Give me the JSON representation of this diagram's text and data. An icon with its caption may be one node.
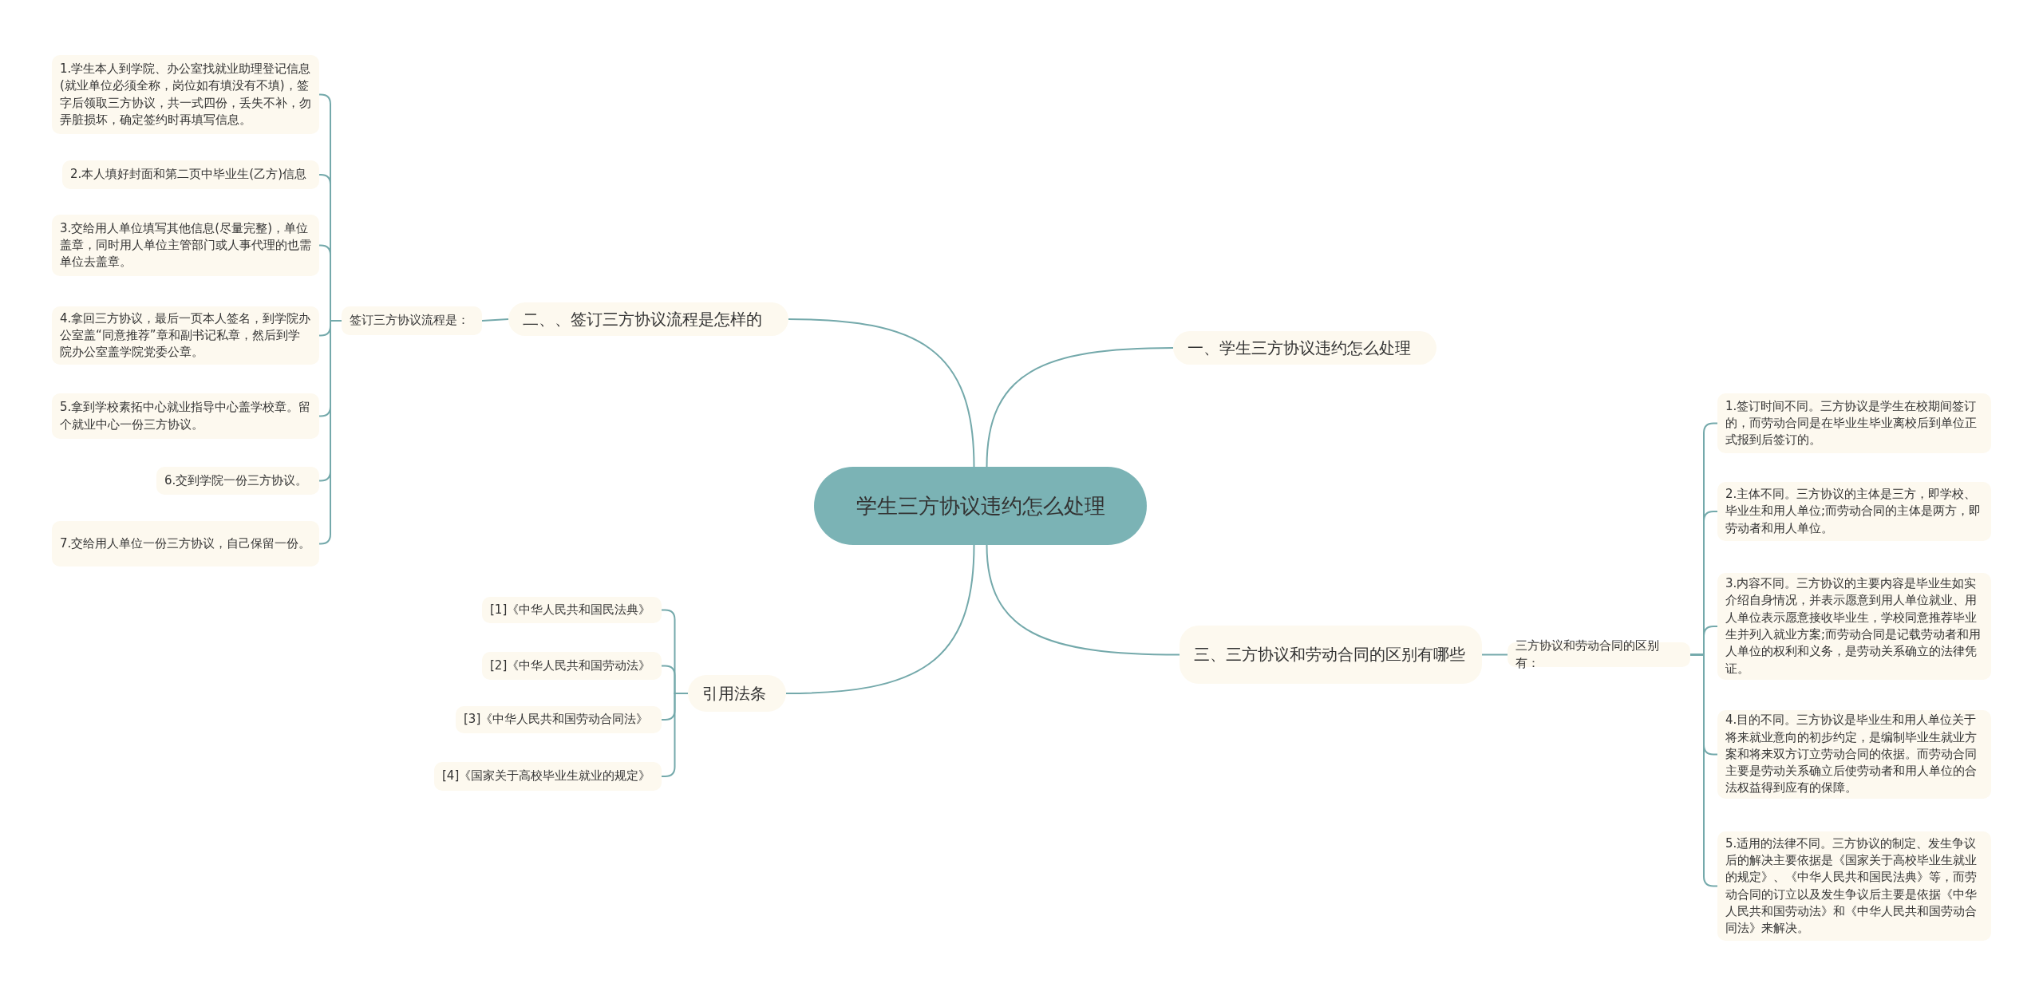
{
  "diagram": {
    "nodes": [
      {
        "text": [
          "学生三方协议违约怎么处理"
        ]
      },
      {
        "text": [
          "二、、签订三方协议流程是怎样的"
        ]
      },
      {
        "text": [
          "签订三方协议流程是："
        ]
      },
      {
        "text": [
          "1.学生本人到学院、办公室找就业助理登记信息(就业单位必须全称，岗位如有填没有不填)，签字后领取三方协议，共一式四份，丢失不补，勿弄脏损坏，确定签约时再填写信息。"
        ]
      },
      {
        "text": [
          "2.本人填好封面和第二页中毕业生(乙方)信息"
        ]
      },
      {
        "text": [
          "3.交给用人单位填写其他信息(尽量完整)，单位盖章，同时用人单位主管部门或人事代理的也需单位去盖章。"
        ]
      },
      {
        "text": [
          "4.拿回三方协议，最后一页本人签名，到学院办公室盖“同意推荐”章和副书记私章，然后到学院办公室盖学院党委公章。"
        ]
      },
      {
        "text": [
          "5.拿到学校素拓中心就业指导中心盖学校章。留个就业中心一份三方协议。"
        ]
      },
      {
        "text": [
          "6.交到学院一份三方协议。"
        ]
      },
      {
        "text": [
          "7.交给用人单位一份三方协议，自己保留一份。"
        ]
      },
      {
        "text": [
          "一、学生三方协议违约怎么处理"
        ]
      },
      {
        "text": [
          "三、三方协议和劳动合同的区别有哪些"
        ]
      },
      {
        "text": [
          "三方协议和劳动合同的区别有："
        ]
      },
      {
        "text": [
          "1.签订时间不同。三方协议是学生在校期间签订的，而劳动合同是在毕业生毕业离校后到单位正式报到后签订的。"
        ]
      },
      {
        "text": [
          "2.主体不同。三方协议的主体是三方，即学校、毕业生和用人单位;而劳动合同的主体是两方，即劳动者和用人单位。"
        ]
      },
      {
        "text": [
          "3.内容不同。三方协议的主要内容是毕业生如实介绍自身情况，并表示愿意到用人单位就业、用人单位表示愿意接收毕业生，学校同意推荐毕业生并列入就业方案;而劳动合同是记载劳动者和用人单位的权利和义务，是劳动关系确立的法律凭证。"
        ]
      },
      {
        "text": [
          "4.目的不同。三方协议是毕业生和用人单位关于将来就业意向的初步约定，是编制毕业生就业方案和将来双方订立劳动合同的依据。而劳动合同主要是劳动关系确立后使劳动者和用人单位的合法权益得到应有的保障。"
        ]
      },
      {
        "text": [
          "5.适用的法律不同。三方协议的制定、发生争议后的解决主要依据是《国家关于高校毕业生就业的规定》、《中华人民共和国民法典》等，而劳动合同的订立以及发生争议后主要是依据《中华人民共和国劳动法》和《中华人民共和国劳动合同法》来解决。"
        ]
      },
      {
        "text": [
          "引用法条"
        ]
      },
      {
        "text": [
          "[1]《中华人民共和国民法典》"
        ]
      },
      {
        "text": [
          "[2]《中华人民共和国劳动法》"
        ]
      },
      {
        "text": [
          "[3]《中华人民共和国劳动合同法》"
        ]
      },
      {
        "text": [
          "[4]《国家关于高校毕业生就业的规定》"
        ]
      }
    ],
    "edges": [
      {
        "from": 0,
        "to": 1,
        "arrow": "none"
      },
      {
        "from": 1,
        "to": 2,
        "arrow": "none"
      },
      {
        "from": 2,
        "to": 3,
        "arrow": "none"
      },
      {
        "from": 2,
        "to": 4,
        "arrow": "none"
      },
      {
        "from": 2,
        "to": 5,
        "arrow": "none"
      },
      {
        "from": 2,
        "to": 6,
        "arrow": "none"
      },
      {
        "from": 2,
        "to": 7,
        "arrow": "none"
      },
      {
        "from": 2,
        "to": 8,
        "arrow": "none"
      },
      {
        "from": 2,
        "to": 9,
        "arrow": "none"
      },
      {
        "from": 0,
        "to": 10,
        "arrow": "none"
      },
      {
        "from": 0,
        "to": 11,
        "arrow": "none"
      },
      {
        "from": 11,
        "to": 12,
        "arrow": "none"
      },
      {
        "from": 12,
        "to": 13,
        "arrow": "none"
      },
      {
        "from": 12,
        "to": 14,
        "arrow": "none"
      },
      {
        "from": 12,
        "to": 15,
        "arrow": "none"
      },
      {
        "from": 12,
        "to": 16,
        "arrow": "none"
      },
      {
        "from": 12,
        "to": 17,
        "arrow": "none"
      },
      {
        "from": 0,
        "to": 18,
        "arrow": "none"
      },
      {
        "from": 18,
        "to": 19,
        "arrow": "none"
      },
      {
        "from": 18,
        "to": 20,
        "arrow": "none"
      },
      {
        "from": 18,
        "to": 21,
        "arrow": "none"
      },
      {
        "from": 18,
        "to": 22,
        "arrow": "none"
      }
    ]
  }
}
